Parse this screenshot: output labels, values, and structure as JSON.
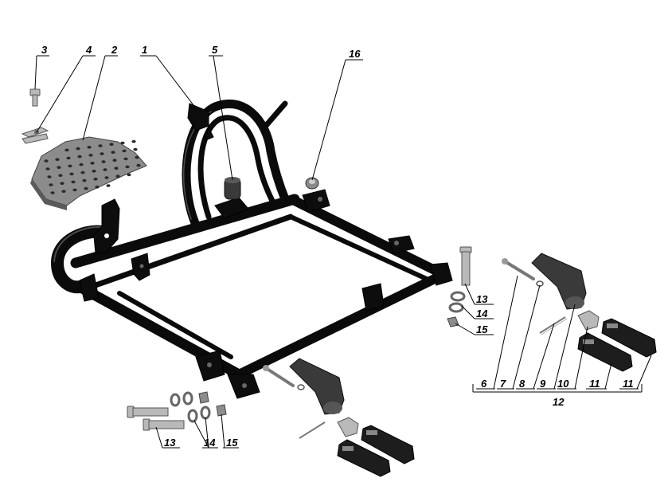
{
  "diagram": {
    "callouts": [
      {
        "id": "c1",
        "text": "1"
      },
      {
        "id": "c2",
        "text": "2"
      },
      {
        "id": "c3",
        "text": "3"
      },
      {
        "id": "c4",
        "text": "4"
      },
      {
        "id": "c5",
        "text": "5"
      },
      {
        "id": "c16",
        "text": "16"
      },
      {
        "id": "c13r",
        "text": "13"
      },
      {
        "id": "c14r",
        "text": "14"
      },
      {
        "id": "c15r",
        "text": "15"
      },
      {
        "id": "c6",
        "text": "6"
      },
      {
        "id": "c7",
        "text": "7"
      },
      {
        "id": "c8",
        "text": "8"
      },
      {
        "id": "c9",
        "text": "9"
      },
      {
        "id": "c10",
        "text": "10"
      },
      {
        "id": "c11a",
        "text": "11"
      },
      {
        "id": "c11b",
        "text": "11"
      },
      {
        "id": "c12",
        "text": "12"
      },
      {
        "id": "c13l",
        "text": "13"
      },
      {
        "id": "c14l",
        "text": "14"
      },
      {
        "id": "c15l",
        "text": "15"
      }
    ],
    "colors": {
      "frame": "#0d0d0d",
      "metal": "#b9b9b9",
      "rubber": "#1d1d1d"
    }
  }
}
